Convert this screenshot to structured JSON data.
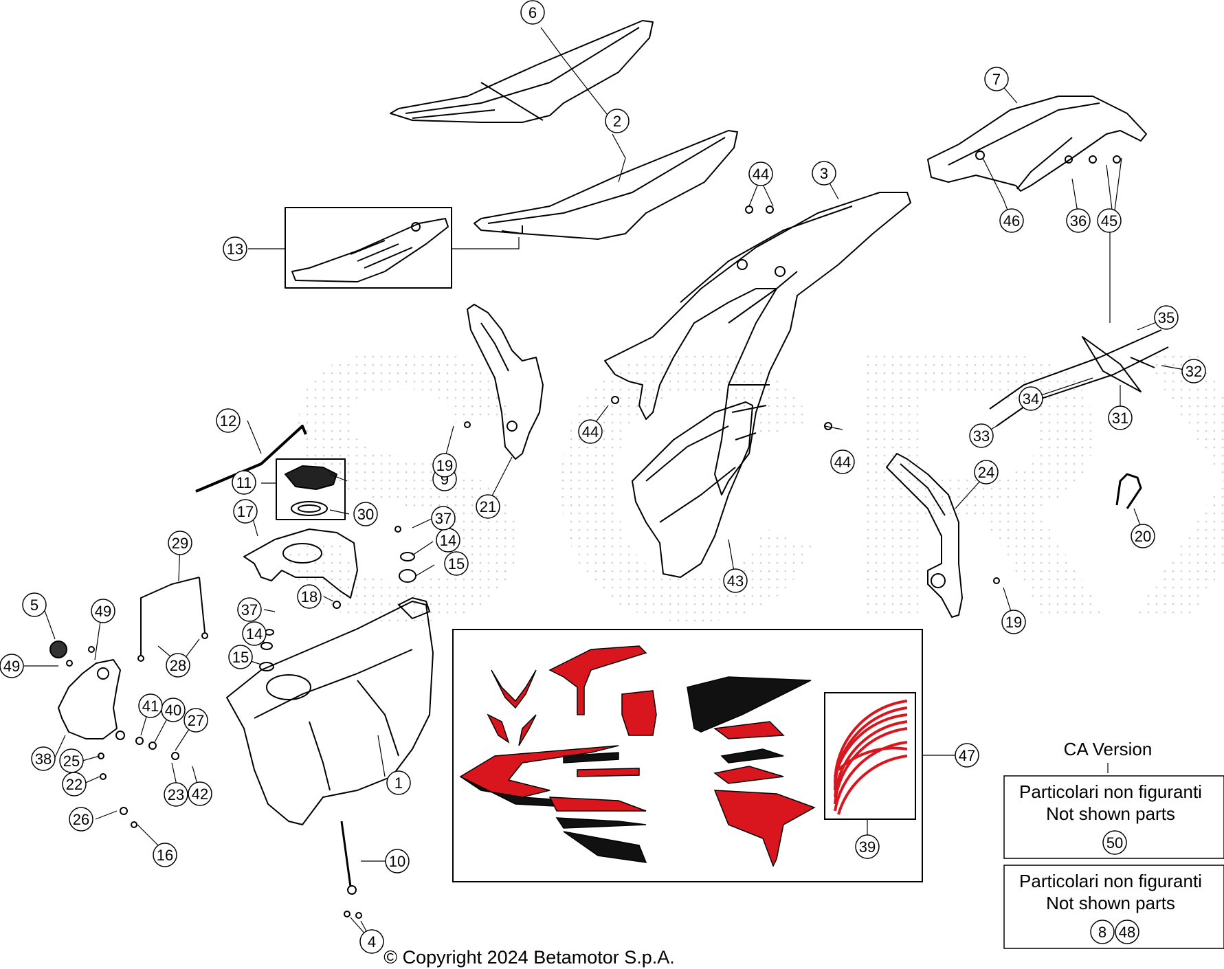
{
  "watermark": "SCRX",
  "copyright": "© Copyright 2024 Betamotor S.p.A.",
  "ca_version": {
    "title": "CA Version",
    "line1": "Particolari non figuranti",
    "line2": "Not shown parts",
    "parts": [
      "50"
    ]
  },
  "not_shown": {
    "line1": "Particolari non figuranti",
    "line2": "Not shown parts",
    "parts": [
      "8",
      "48"
    ]
  },
  "callouts": [
    "1",
    "2",
    "3",
    "4",
    "5",
    "6",
    "7",
    "9",
    "10",
    "11",
    "12",
    "13",
    "14",
    "14",
    "15",
    "15",
    "16",
    "17",
    "18",
    "19",
    "19",
    "20",
    "21",
    "22",
    "23",
    "24",
    "25",
    "26",
    "27",
    "28",
    "29",
    "30",
    "31",
    "32",
    "33",
    "34",
    "35",
    "36",
    "37",
    "37",
    "38",
    "39",
    "40",
    "41",
    "42",
    "43",
    "44",
    "44",
    "44",
    "45",
    "46",
    "47",
    "49",
    "49"
  ],
  "colors": {
    "line": "#000000",
    "decal_red": "#d9161e",
    "decal_black": "#111111",
    "watermark": "#e9e9e9"
  }
}
